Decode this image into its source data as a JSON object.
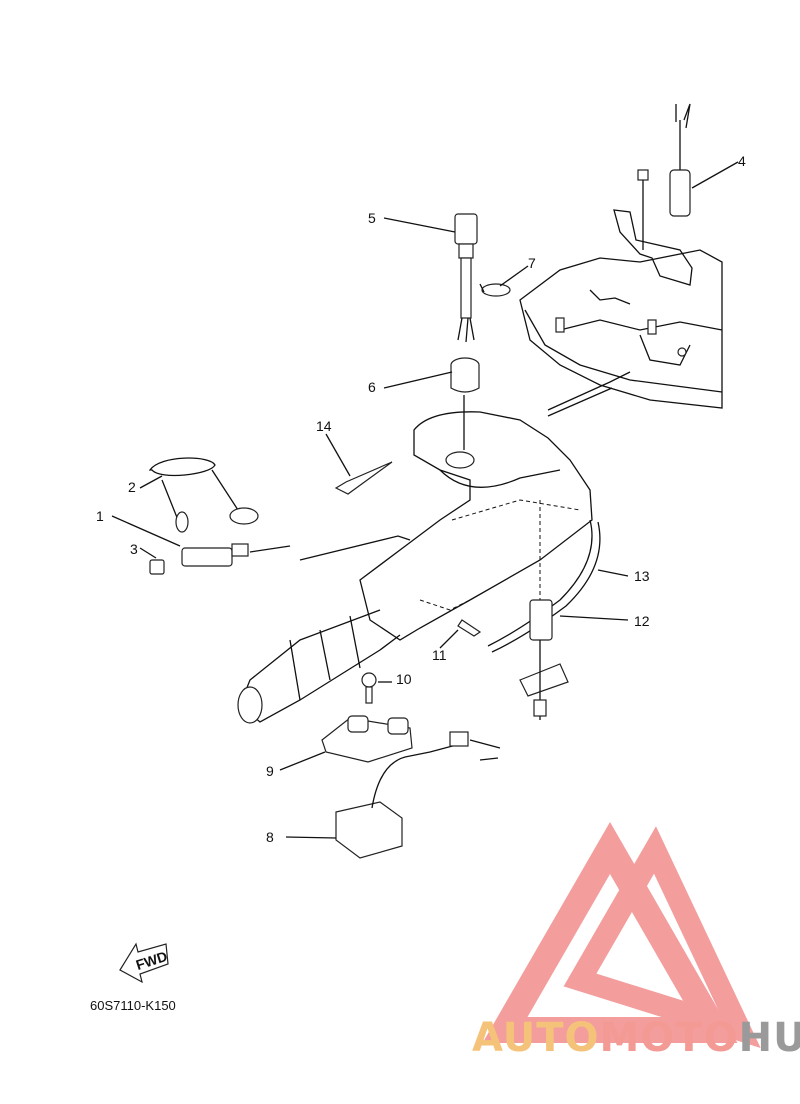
{
  "callouts": [
    "1",
    "2",
    "3",
    "4",
    "5",
    "6",
    "7",
    "8",
    "9",
    "10",
    "11",
    "12",
    "13",
    "14"
  ],
  "fwd_label": "FWD",
  "reference_code": "60S7110-K150",
  "watermark": {
    "part1": "AUTO",
    "part2": "MOTO",
    "part3": "HUB"
  },
  "colors": {
    "line": "#111111",
    "logo_red": "#f28c8c",
    "logo_gold": "#f5c27a",
    "logo_gray": "#9a9a9a"
  }
}
